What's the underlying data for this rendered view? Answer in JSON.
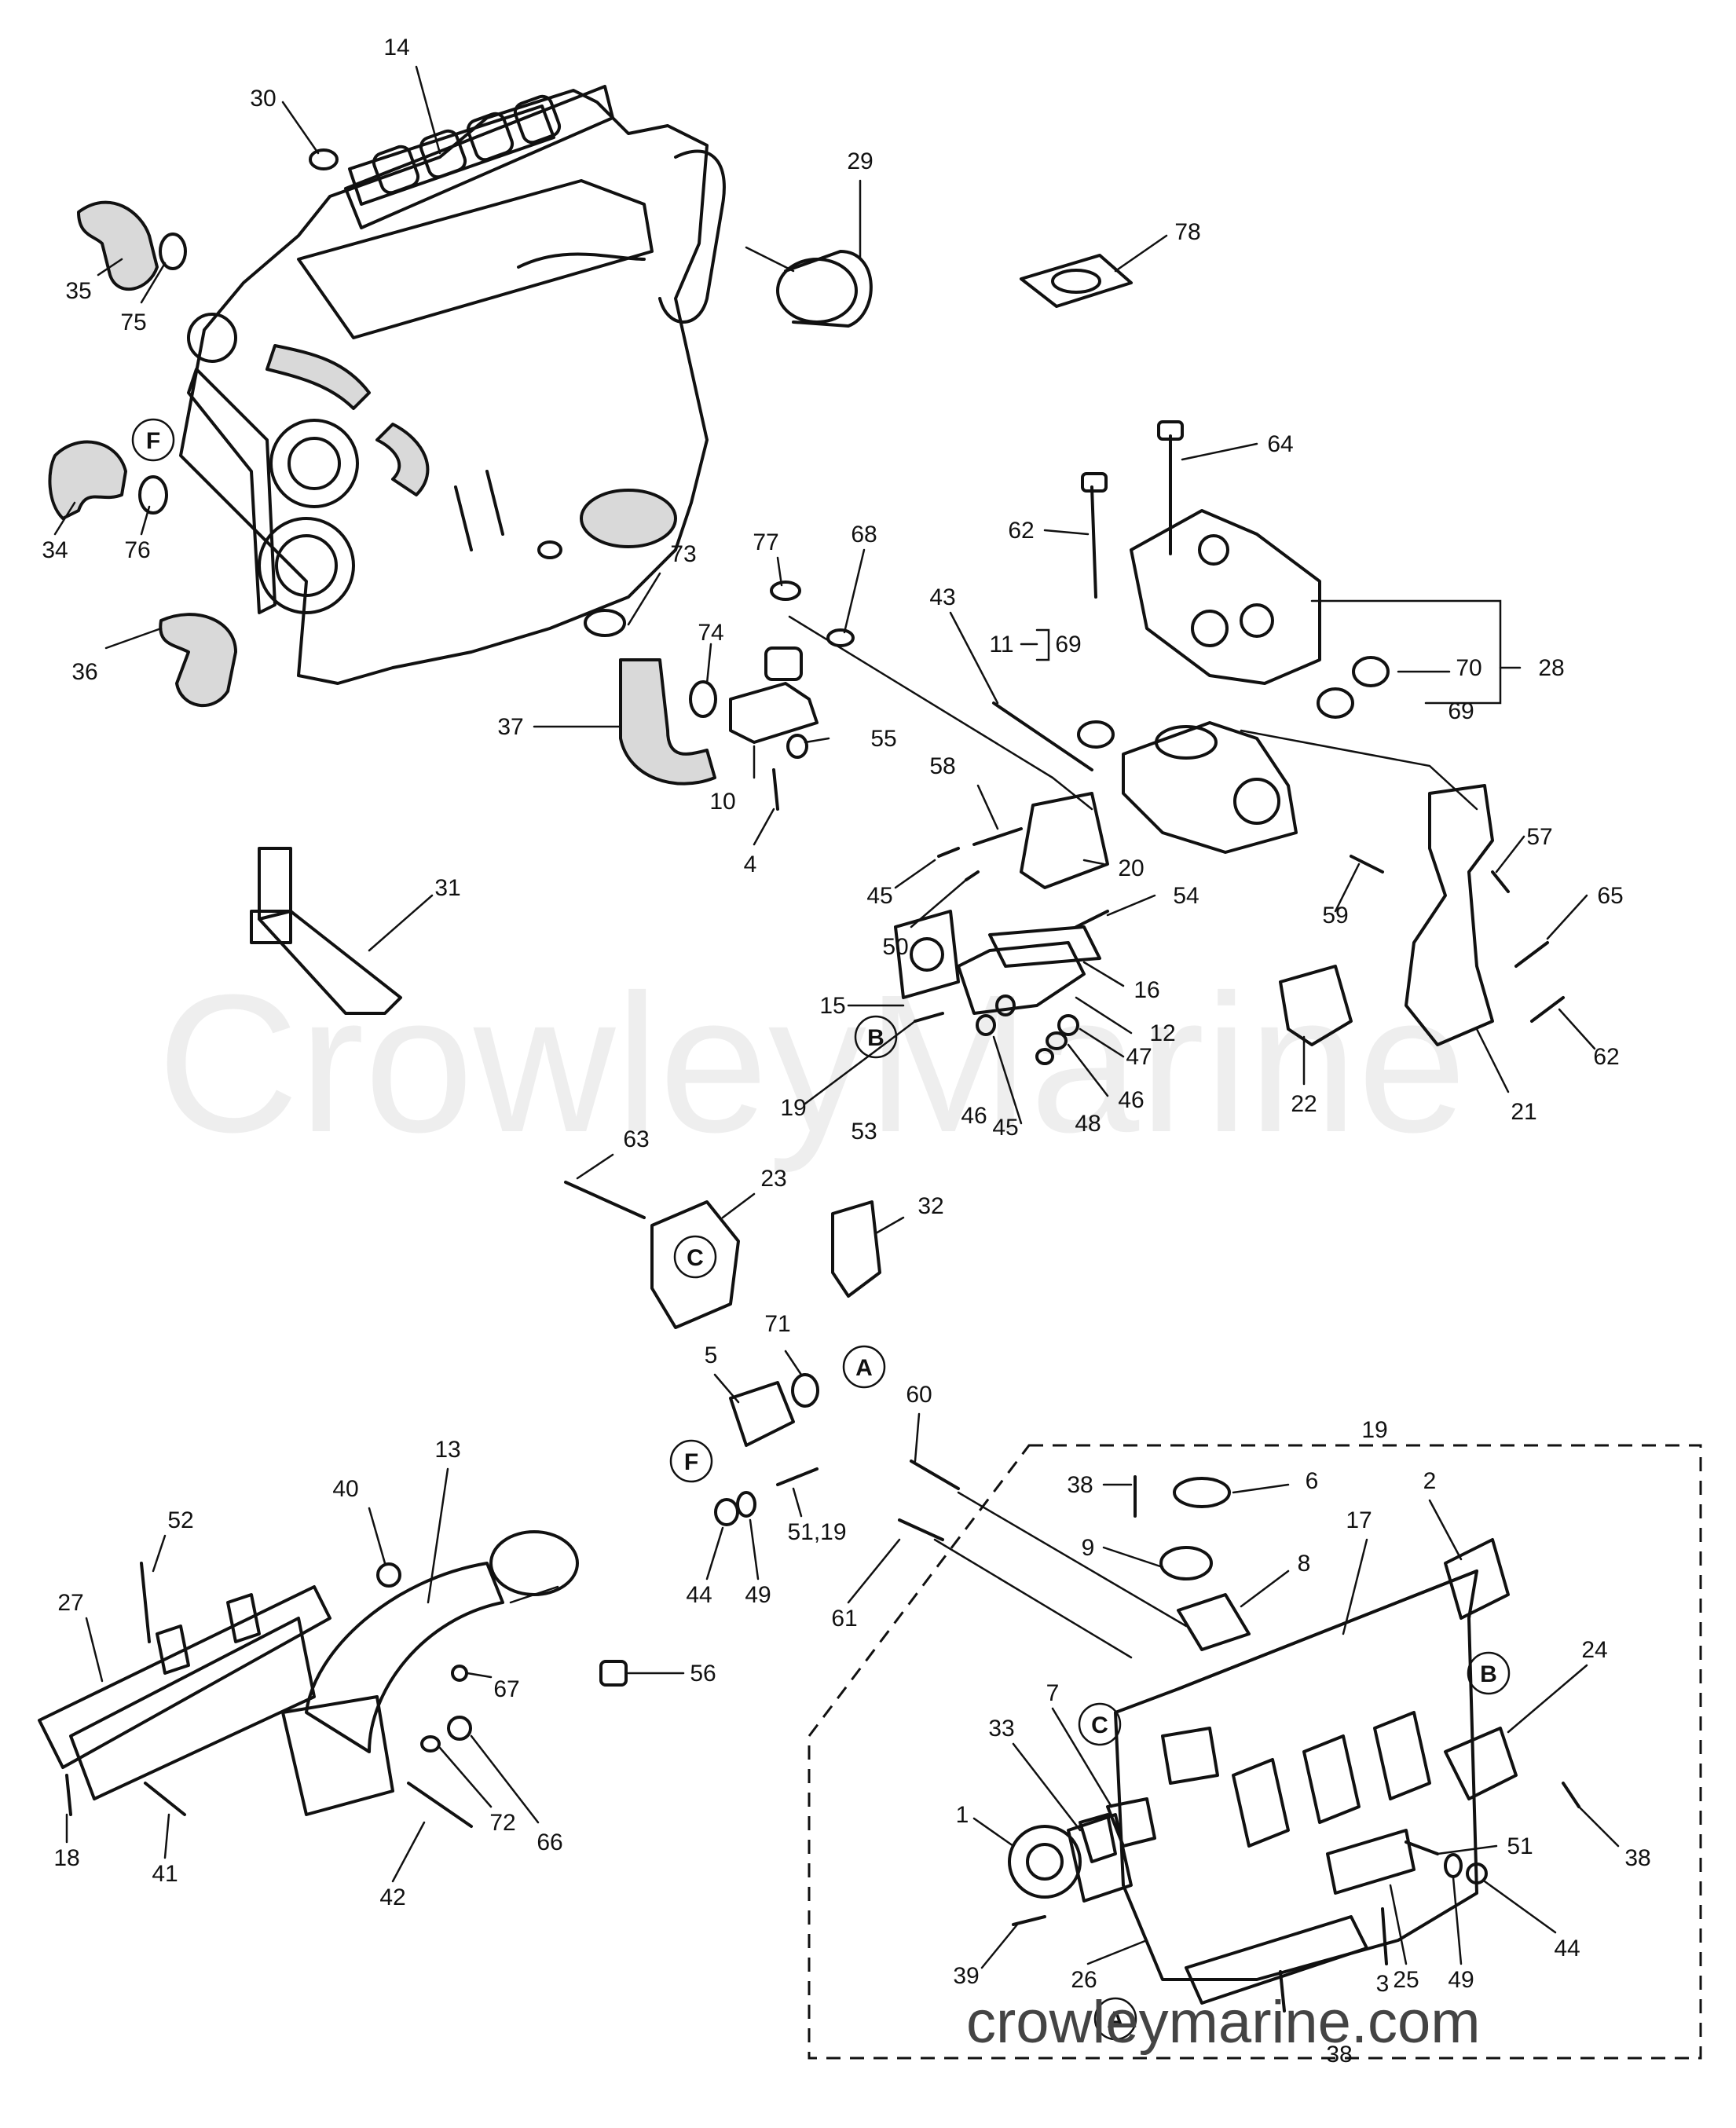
{
  "watermark": "CrowleyMarine",
  "site_url": "crowleymarine.com",
  "assembly_callout": "19",
  "callouts": [
    {
      "id": "c14",
      "text": "14"
    },
    {
      "id": "c30",
      "text": "30"
    },
    {
      "id": "c29",
      "text": "29"
    },
    {
      "id": "c78",
      "text": "78"
    },
    {
      "id": "c35",
      "text": "35"
    },
    {
      "id": "c75",
      "text": "75"
    },
    {
      "id": "c34",
      "text": "34"
    },
    {
      "id": "c76",
      "text": "76"
    },
    {
      "id": "c36",
      "text": "36"
    },
    {
      "id": "c64",
      "text": "64"
    },
    {
      "id": "c62a",
      "text": "62"
    },
    {
      "id": "c73",
      "text": "73"
    },
    {
      "id": "c77",
      "text": "77"
    },
    {
      "id": "c68",
      "text": "68"
    },
    {
      "id": "c43",
      "text": "43"
    },
    {
      "id": "c11",
      "text": "11"
    },
    {
      "id": "c69a",
      "text": "69"
    },
    {
      "id": "c70",
      "text": "70"
    },
    {
      "id": "c28",
      "text": "28"
    },
    {
      "id": "c69b",
      "text": "69"
    },
    {
      "id": "c74",
      "text": "74"
    },
    {
      "id": "c37",
      "text": "37"
    },
    {
      "id": "c55",
      "text": "55"
    },
    {
      "id": "c10",
      "text": "10"
    },
    {
      "id": "c4",
      "text": "4"
    },
    {
      "id": "c58",
      "text": "58"
    },
    {
      "id": "c20",
      "text": "20"
    },
    {
      "id": "c45a",
      "text": "45"
    },
    {
      "id": "c50",
      "text": "50"
    },
    {
      "id": "c31",
      "text": "31"
    },
    {
      "id": "c54",
      "text": "54"
    },
    {
      "id": "c16",
      "text": "16"
    },
    {
      "id": "c15",
      "text": "15"
    },
    {
      "id": "c12",
      "text": "12"
    },
    {
      "id": "c57",
      "text": "57"
    },
    {
      "id": "c59",
      "text": "59"
    },
    {
      "id": "c65",
      "text": "65"
    },
    {
      "id": "c62b",
      "text": "62"
    },
    {
      "id": "c22",
      "text": "22"
    },
    {
      "id": "c21",
      "text": "21"
    },
    {
      "id": "c47",
      "text": "47"
    },
    {
      "id": "c46a",
      "text": "46"
    },
    {
      "id": "c46b",
      "text": "46"
    },
    {
      "id": "c45b",
      "text": "45"
    },
    {
      "id": "c48",
      "text": "48"
    },
    {
      "id": "c19a",
      "text": "19"
    },
    {
      "id": "c53",
      "text": "53"
    },
    {
      "id": "c63",
      "text": "63"
    },
    {
      "id": "c23",
      "text": "23"
    },
    {
      "id": "c32",
      "text": "32"
    },
    {
      "id": "c5",
      "text": "5"
    },
    {
      "id": "c71",
      "text": "71"
    },
    {
      "id": "c60",
      "text": "60"
    },
    {
      "id": "c51_19",
      "text": "51,19"
    },
    {
      "id": "c44a",
      "text": "44"
    },
    {
      "id": "c49a",
      "text": "49"
    },
    {
      "id": "c61",
      "text": "61"
    },
    {
      "id": "c38a",
      "text": "38"
    },
    {
      "id": "c6",
      "text": "6"
    },
    {
      "id": "c2",
      "text": "2"
    },
    {
      "id": "c17",
      "text": "17"
    },
    {
      "id": "c9",
      "text": "9"
    },
    {
      "id": "c8",
      "text": "8"
    },
    {
      "id": "c40",
      "text": "40"
    },
    {
      "id": "c13",
      "text": "13"
    },
    {
      "id": "c52",
      "text": "52"
    },
    {
      "id": "c27",
      "text": "27"
    },
    {
      "id": "c56",
      "text": "56"
    },
    {
      "id": "c67",
      "text": "67"
    },
    {
      "id": "c72",
      "text": "72"
    },
    {
      "id": "c66",
      "text": "66"
    },
    {
      "id": "c18",
      "text": "18"
    },
    {
      "id": "c41",
      "text": "41"
    },
    {
      "id": "c42",
      "text": "42"
    },
    {
      "id": "c24",
      "text": "24"
    },
    {
      "id": "c7",
      "text": "7"
    },
    {
      "id": "c33",
      "text": "33"
    },
    {
      "id": "c1",
      "text": "1"
    },
    {
      "id": "c51b",
      "text": "51"
    },
    {
      "id": "c38b",
      "text": "38"
    },
    {
      "id": "c44b",
      "text": "44"
    },
    {
      "id": "c49b",
      "text": "49"
    },
    {
      "id": "c39",
      "text": "39"
    },
    {
      "id": "c25",
      "text": "25"
    },
    {
      "id": "c26",
      "text": "26"
    },
    {
      "id": "c38c",
      "text": "38"
    },
    {
      "id": "c3",
      "text": "3"
    }
  ],
  "reference_letters": [
    {
      "id": "rF1",
      "text": "F"
    },
    {
      "id": "rB1",
      "text": "B"
    },
    {
      "id": "rC1",
      "text": "C"
    },
    {
      "id": "rA1",
      "text": "A"
    },
    {
      "id": "rF2",
      "text": "F"
    },
    {
      "id": "rC2",
      "text": "C"
    },
    {
      "id": "rB2",
      "text": "B"
    },
    {
      "id": "rA2",
      "text": "A"
    }
  ]
}
